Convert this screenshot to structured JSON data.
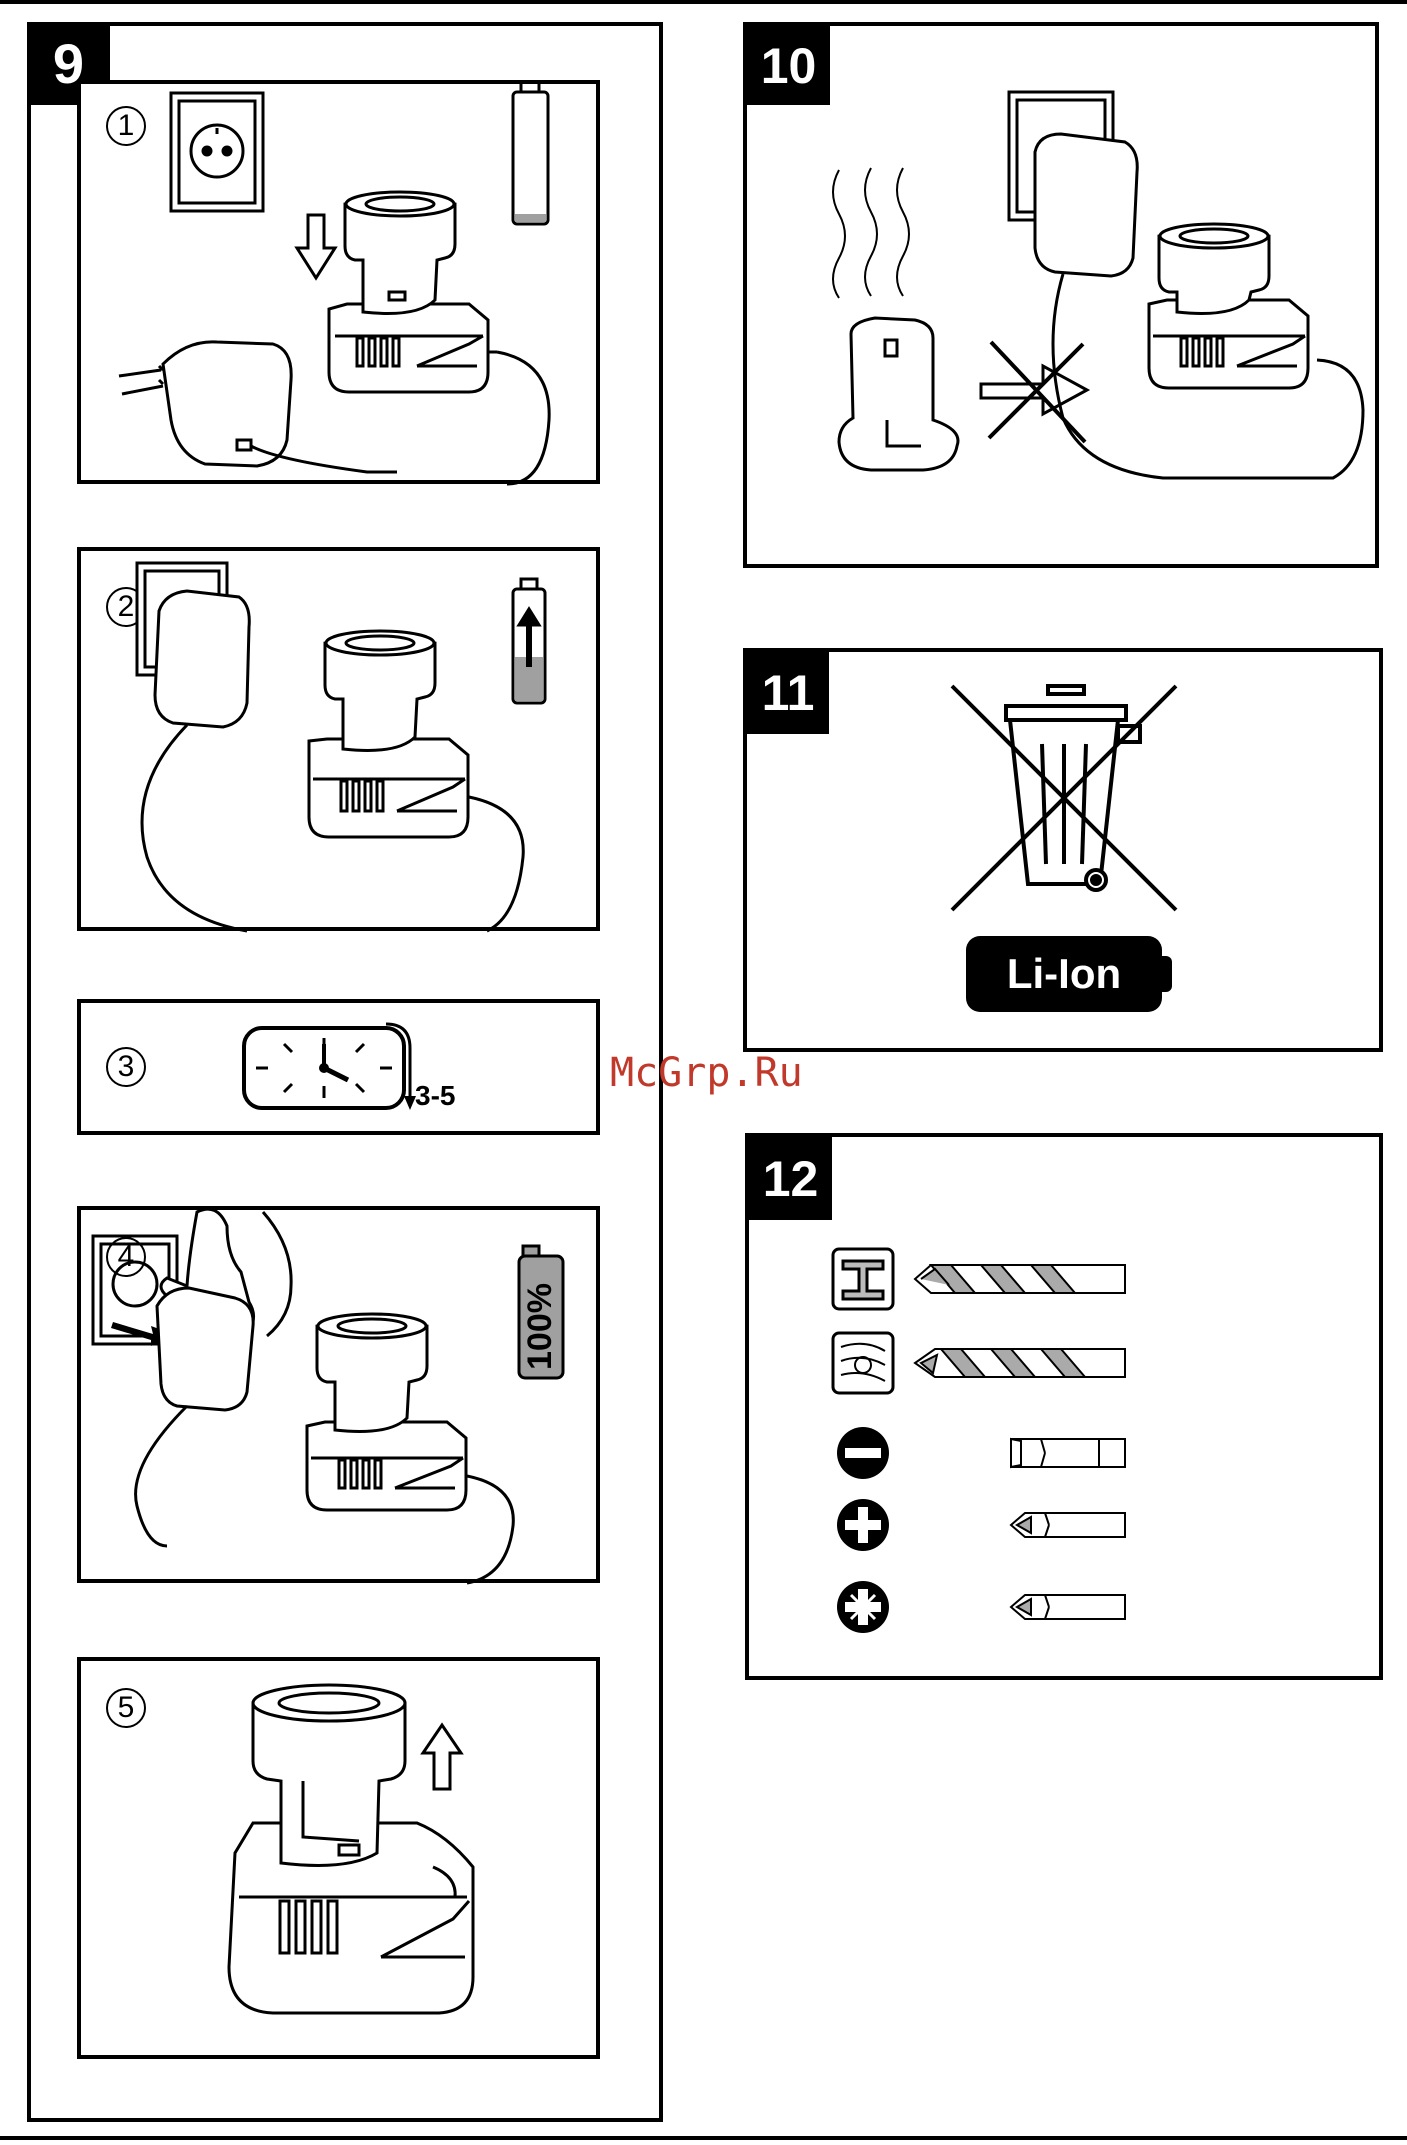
{
  "sections": {
    "s9": {
      "label": "9"
    },
    "s10": {
      "label": "10"
    },
    "s11": {
      "label": "11"
    },
    "s12": {
      "label": "12"
    }
  },
  "steps": {
    "step1": "1",
    "step2": "2",
    "step3": "3",
    "step4": "4",
    "step5": "5"
  },
  "timer": {
    "duration": "3-5"
  },
  "battery_full": {
    "label": "100%"
  },
  "battery_badge": {
    "label": "Li-Ion"
  },
  "watermark": {
    "text": "McGrp.Ru"
  },
  "icons": [
    "wall-socket-icon",
    "battery-low-icon",
    "battery-charging-icon",
    "battery-full-icon",
    "charger-icon",
    "battery-pack-icon",
    "plug-adapter-icon",
    "clock-icon",
    "heat-waves-icon",
    "no-insert-icon",
    "crossed-bin-icon",
    "metal-icon",
    "wood-icon",
    "slotted-icon",
    "phillips-icon",
    "pozidriv-icon"
  ],
  "colors": {
    "ink": "#000000",
    "watermark": "#c0392b",
    "fill_gray": "#a0a0a0",
    "tab_bg": "#000000"
  }
}
